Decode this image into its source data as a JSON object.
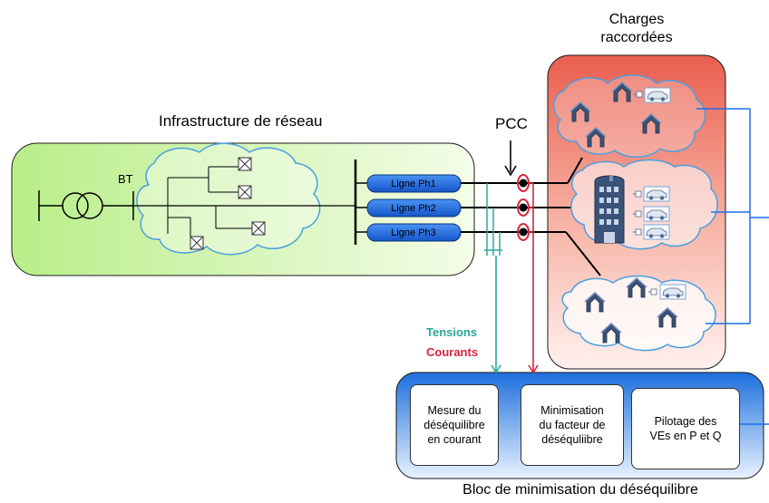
{
  "title_infrastructure": "Infrastructure de réseau",
  "title_charges": "Charges\nraccordées",
  "label_bt": "BT",
  "label_pcc": "PCC",
  "lines": [
    "Ligne Ph1",
    "Ligne Ph2",
    "Ligne Ph3"
  ],
  "measurements": {
    "tensions": "Tensions",
    "courants": "Courants"
  },
  "bloc": {
    "title": "Bloc de minimisation du déséquilibre",
    "boxes": [
      "Mesure du\ndéséquilibre\nen courant",
      "Minimisation\ndu facteur de\ndéséquliibre",
      "Pilotage des\nVEs en P et Q"
    ]
  },
  "colors": {
    "grid_fill_left": "#c3f090",
    "charges_fill_top": "#ee6655",
    "bloc_fill": "#2a7be0",
    "line_label_fill": "#1f6fe8",
    "tensions": "#2aa89a",
    "courants": "#d9233b",
    "cloud_stroke": "#4a9fe0",
    "house": "#3b5378"
  },
  "icons": [
    "transformer-icon",
    "switch-icon",
    "house-icon",
    "car-icon",
    "building-icon",
    "ct-sensor-icon"
  ]
}
